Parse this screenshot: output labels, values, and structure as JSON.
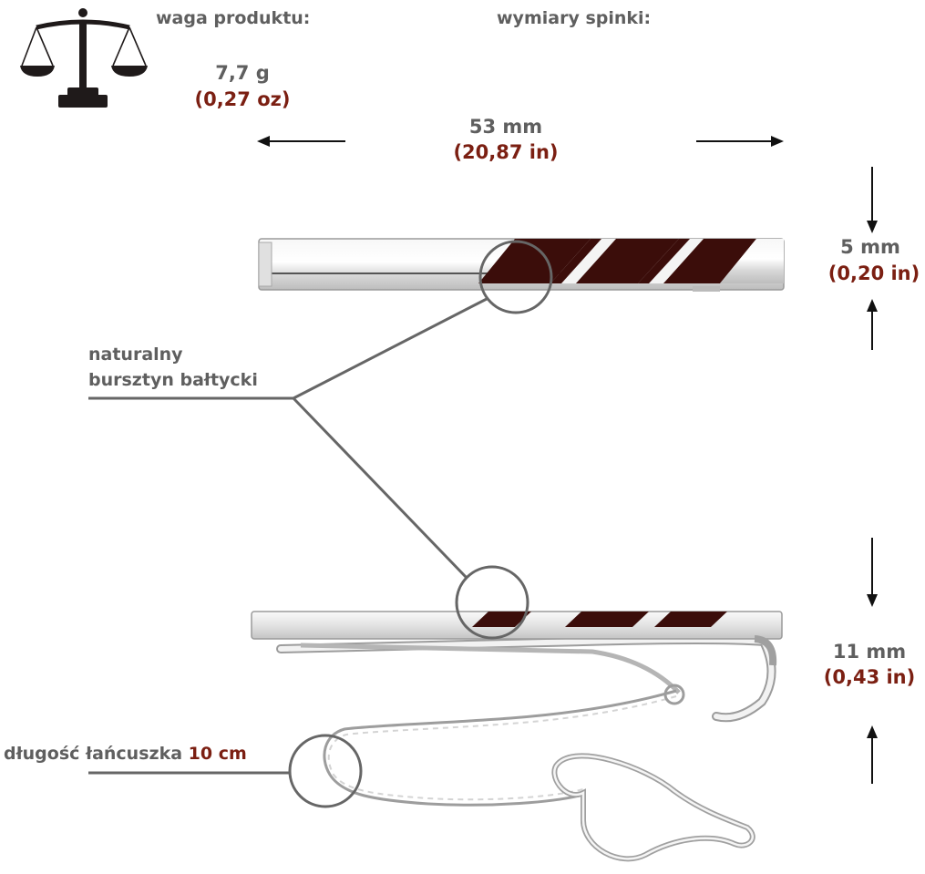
{
  "weight": {
    "heading": "waga produktu:",
    "value_g": "7,7 g",
    "value_oz": "(0,27 oz)"
  },
  "dimensions": {
    "heading": "wymiary spinki:",
    "length_mm": "53 mm",
    "length_in": "(20,87 in)",
    "width_mm": "5 mm",
    "width_in": "(0,20 in)",
    "height_mm": "11 mm",
    "height_in": "(0,43 in)"
  },
  "material": {
    "line1": "naturalny",
    "line2": "bursztyn bałtycki"
  },
  "chain": {
    "label": "długość łańcuszka",
    "value": "10 cm"
  },
  "colors": {
    "label_gray": "#5f5f5f",
    "accent_brown": "#7b1f12",
    "amber": "#3b0d0a",
    "silver": "#e6e6e6"
  }
}
